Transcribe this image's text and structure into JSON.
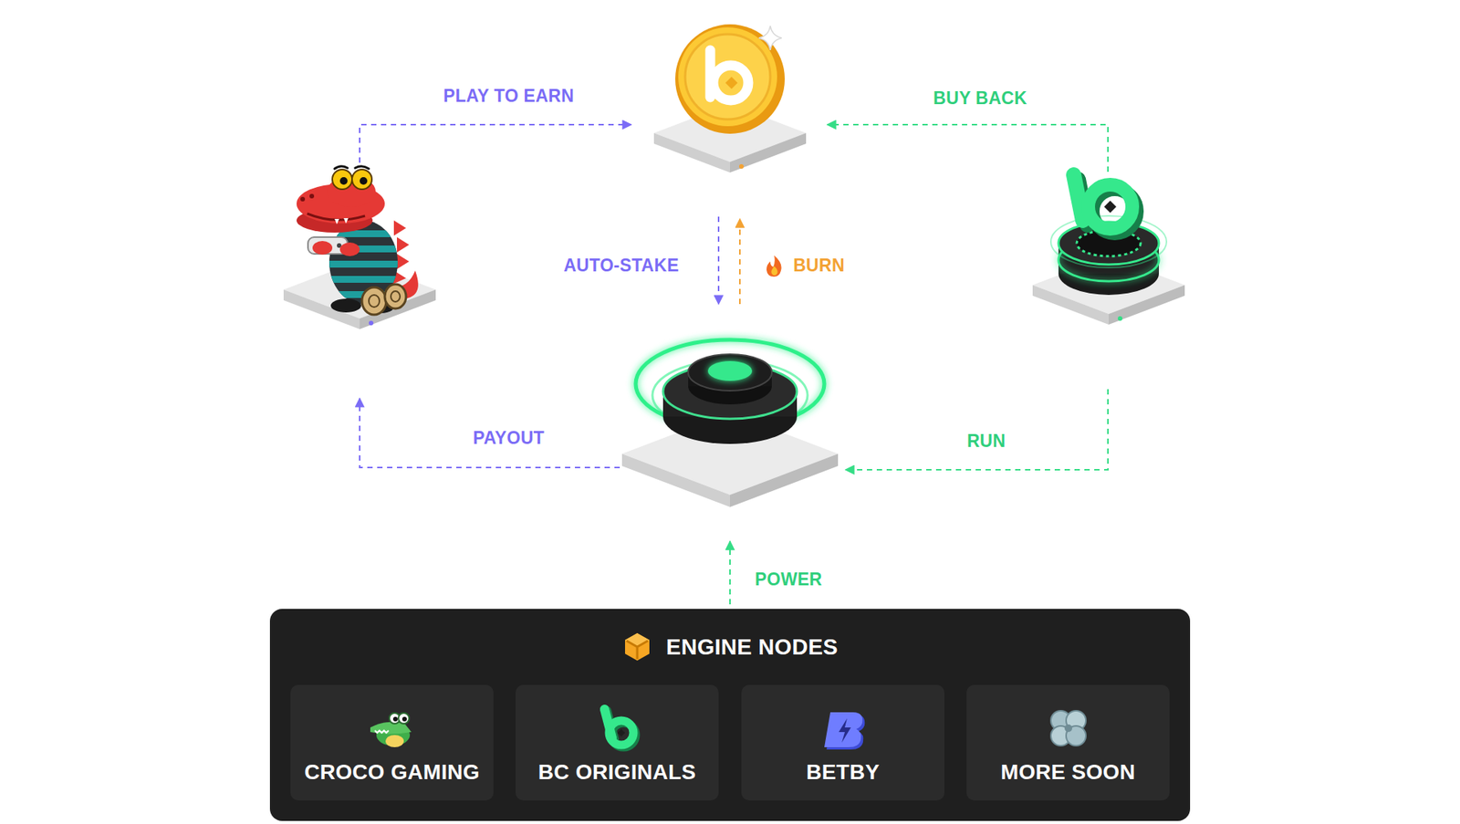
{
  "diagram": {
    "nodes": [
      {
        "text": [
          "ENGINE NODES"
        ]
      },
      {
        "text": [
          "CROCO GAMING"
        ],
        "in": 0
      },
      {
        "text": [
          "BC ORIGINALS"
        ],
        "in": 0
      },
      {
        "text": [
          "BETBY"
        ],
        "in": 0
      },
      {
        "text": [
          "MORE SOON"
        ],
        "in": 0
      }
    ],
    "labels": [
      "PLAY TO EARN",
      "BUY BACK",
      "AUTO-STAKE",
      "BURN",
      "PAYOUT",
      "RUN",
      "POWER"
    ]
  }
}
